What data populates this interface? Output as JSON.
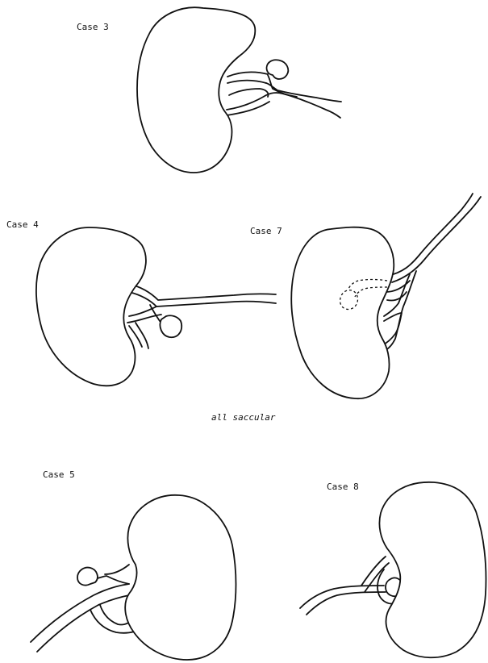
{
  "labels": {
    "case3": "Case 3",
    "case4": "Case 4",
    "case7": "Case 7",
    "case5": "Case 5",
    "case8": "Case 8",
    "caption": "all saccular"
  },
  "colors": {
    "ink": "#111111",
    "background": "#ffffff"
  }
}
